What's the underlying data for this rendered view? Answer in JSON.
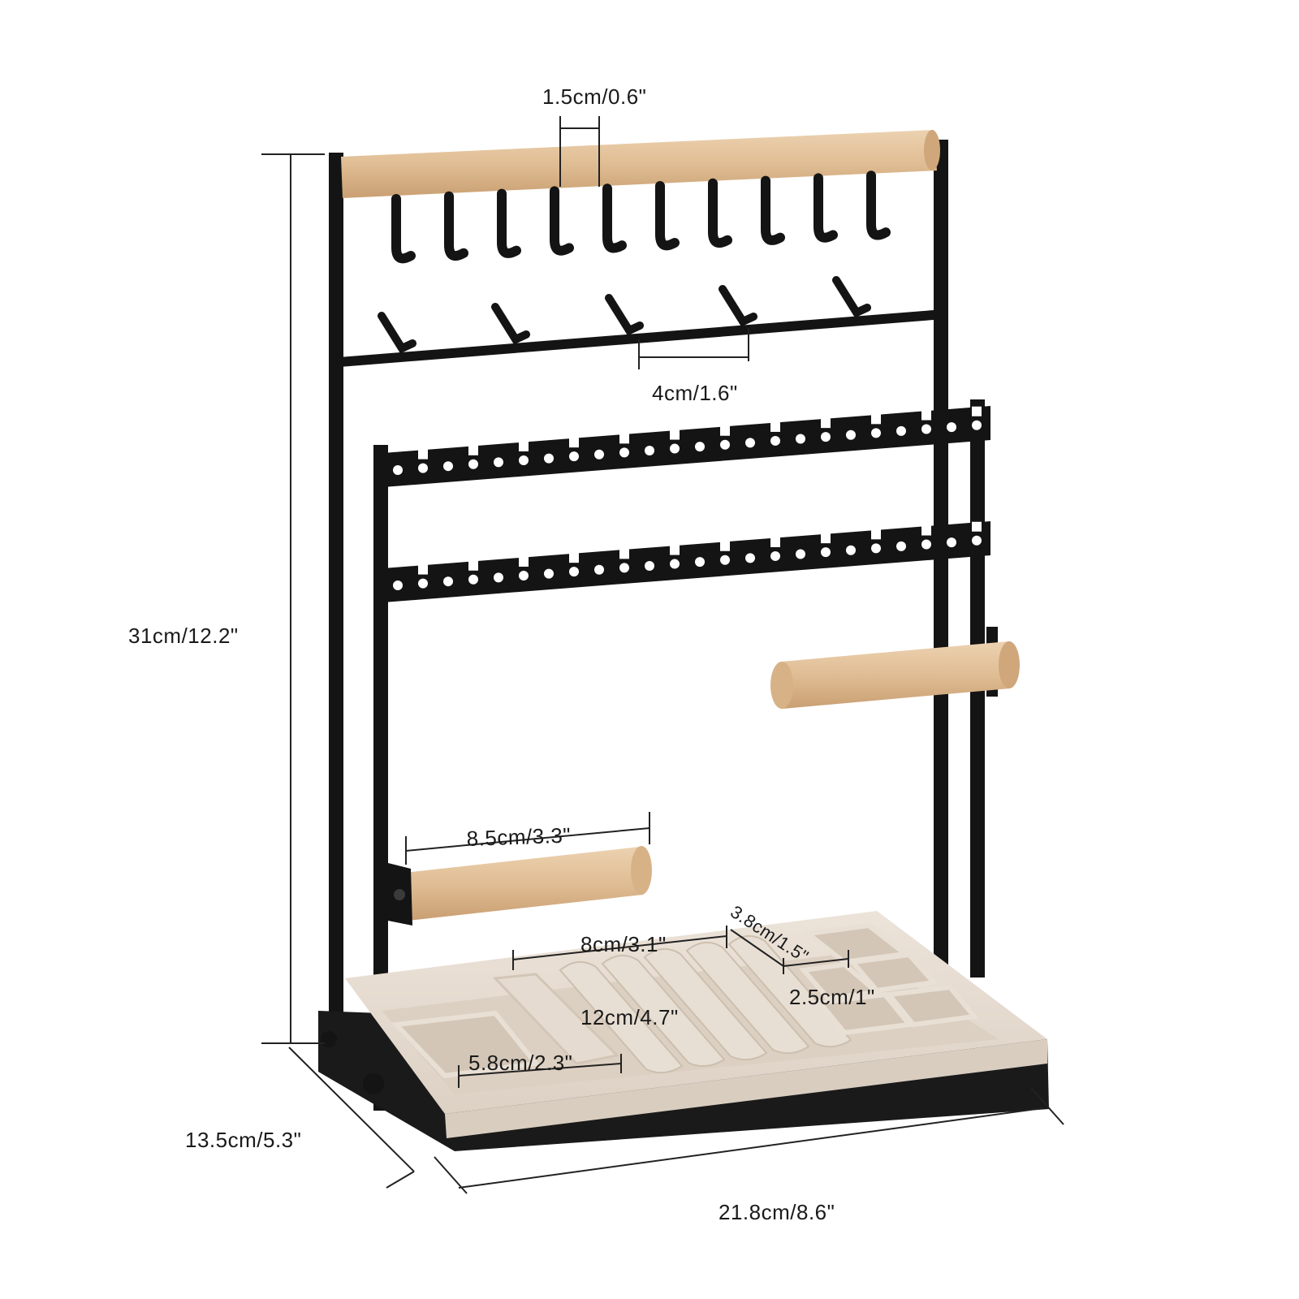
{
  "colors": {
    "metal": "#141414",
    "wood": "#e3c29c",
    "wood_dark": "#cfa77a",
    "velvet": "#e7ddd2",
    "velvet_shadow": "#cfc3b6",
    "dim_line": "#222222"
  },
  "dimensions": {
    "hook_width": "1.5cm/0.6\"",
    "hook_spacing": "4cm/1.6\"",
    "total_height": "31cm/12.2\"",
    "bar_length": "8.5cm/3.3\"",
    "tray_ring_section": "8cm/3.1\"",
    "compartment_depth": "3.8cm/1.5\"",
    "compartment_width": "2.5cm/1\"",
    "ring_roll_length": "12cm/4.7\"",
    "left_compartment": "5.8cm/2.3\"",
    "depth": "13.5cm/5.3\"",
    "width": "21.8cm/8.6\""
  }
}
